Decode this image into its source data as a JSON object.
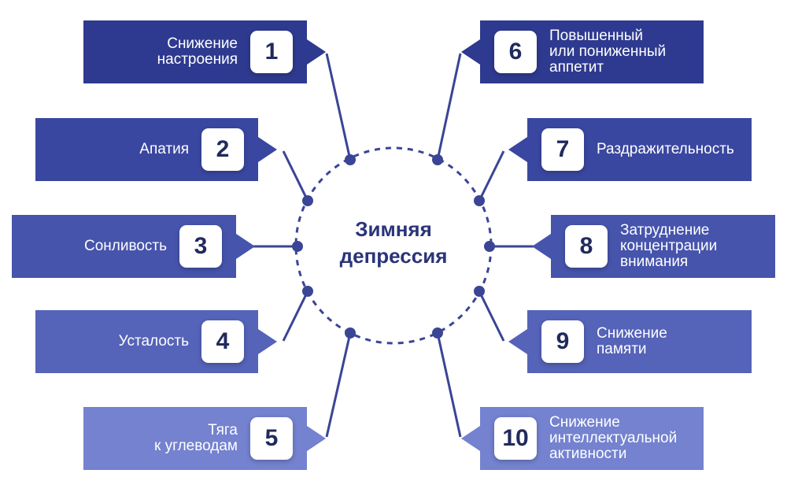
{
  "center": {
    "lines": [
      "Зимняя",
      "депрессия"
    ]
  },
  "colors": {
    "c1": "#2e3a8f",
    "c2": "#3a47a0",
    "c3": "#4654ac",
    "c4": "#5563b8",
    "c5": "#7482cf",
    "num_text": "#202a5c",
    "line": "#3a4596"
  },
  "items": [
    {
      "num": "1",
      "lines": [
        "Снижение",
        "настроения"
      ]
    },
    {
      "num": "2",
      "lines": [
        "Апатия"
      ]
    },
    {
      "num": "3",
      "lines": [
        "Сонливость"
      ]
    },
    {
      "num": "4",
      "lines": [
        "Усталость"
      ]
    },
    {
      "num": "5",
      "lines": [
        "Тяга",
        "к углеводам"
      ]
    },
    {
      "num": "6",
      "lines": [
        "Повышенный",
        "или пониженный",
        "аппетит"
      ]
    },
    {
      "num": "7",
      "lines": [
        "Раздражительность"
      ]
    },
    {
      "num": "8",
      "lines": [
        "Затруднение",
        "концентрации",
        "внимания"
      ]
    },
    {
      "num": "9",
      "lines": [
        "Снижение",
        "памяти"
      ]
    },
    {
      "num": "10",
      "lines": [
        "Снижение",
        "интеллектуальной",
        "активности"
      ]
    }
  ]
}
